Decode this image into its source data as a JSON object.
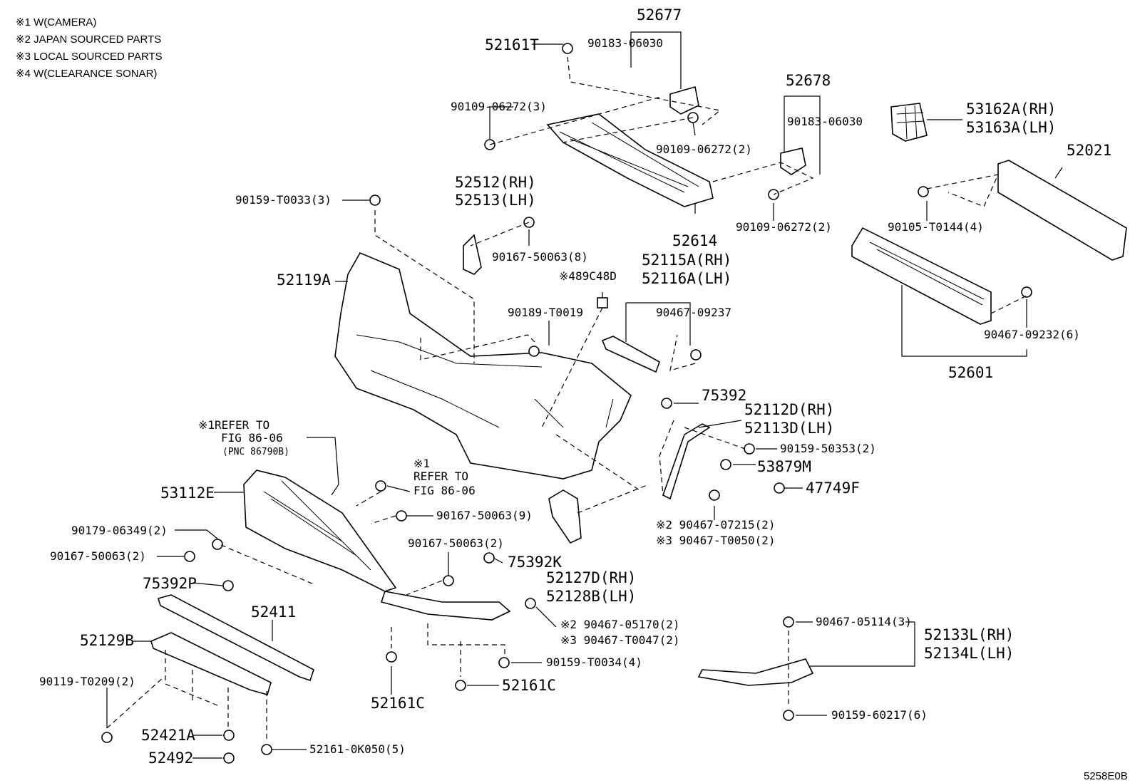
{
  "notes": [
    "※1 W(CAMERA)",
    "※2 JAPAN SOURCED PARTS",
    "※3 LOCAL SOURCED PARTS",
    "※4 W(CLEARANCE SONAR)"
  ],
  "diagram_id": "5258E0B",
  "labels": {
    "p52677": "52677",
    "p52161T": "52161T",
    "p90183a": "90183-06030",
    "p90109a": "90109-06272(3)",
    "p90109b": "90109-06272(2)",
    "p52678": "52678",
    "p90183b": "90183-06030",
    "p90109c": "90109-06272(2)",
    "p52614": "52614",
    "p53162A": "53162A(RH)",
    "p53163A": "53163A(LH)",
    "p52021": "52021",
    "p90105": "90105-T0144(4)",
    "p90467_09232": "90467-09232(6)",
    "p52601": "52601",
    "p90159_T0033": "90159-T0033(3)",
    "p52512": "52512(RH)",
    "p52513": "52513(LH)",
    "p90167_8": "90167-50063(8)",
    "p52119A": "52119A",
    "p89C48D": "※489C48D",
    "p52115A": "52115A(RH)",
    "p52116A": "52116A(LH)",
    "p90189": "90189-T0019",
    "p90467_09237": "90467-09237",
    "p75392a": "75392",
    "p52112D": "52112D(RH)",
    "p52113D": "52113D(LH)",
    "p90159_50353": "90159-50353(2)",
    "p53879M": "53879M",
    "p47749F": "47749F",
    "p90467_07215": "※2 90467-07215(2)",
    "p90467_T0050": "※3 90467-T0050(2)",
    "refer1a": "※1REFER TO",
    "refer1b": "FIG 86-06",
    "refer1c": "(PNC 86790B)",
    "refer2a": "※1",
    "refer2b": "REFER TO",
    "refer2c": "FIG 86-06",
    "p53112E": "53112E",
    "p90167_9": "90167-50063(9)",
    "p90179": "90179-06349(2)",
    "p90167_2a": "90167-50063(2)",
    "p90167_2b": "90167-50063(2)",
    "p75392K": "75392K",
    "p52127D": "52127D(RH)",
    "p52128B": "52128B(LH)",
    "p75392P": "75392P",
    "p52411": "52411",
    "p90467_05170": "※2 90467-05170(2)",
    "p90467_T0047": "※3 90467-T0047(2)",
    "p52129B": "52129B",
    "p90159_T0034": "90159-T0034(4)",
    "p52161C_a": "52161C",
    "p52161C_b": "52161C",
    "p90119": "90119-T0209(2)",
    "p52421A": "52421A",
    "p52492": "52492",
    "p52161_0K050": "52161-0K050(5)",
    "p90467_05114": "90467-05114(3)",
    "p52133L": "52133L(RH)",
    "p52134L": "52134L(LH)",
    "p90159_60217": "90159-60217(6)"
  }
}
